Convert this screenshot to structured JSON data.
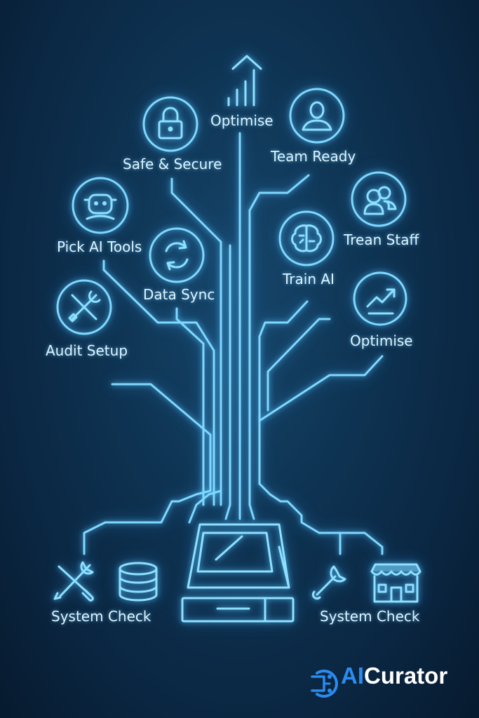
{
  "labels": {
    "optimise_top": "Optimise",
    "safe_secure": "Safe & Secure",
    "team_ready": "Team Ready",
    "pick_ai_tools": "Pick AI Tools",
    "trean_staff": "Trean Staff",
    "data_sync": "Data Sync",
    "train_ai": "Train AI",
    "audit_setup": "Audit Setup",
    "optimise_right": "Optimise",
    "system_check_left": "System Check",
    "system_check_right": "System Check"
  },
  "logo": {
    "ai": "AI",
    "curator": "Curator"
  },
  "colors": {
    "line": "#7fd8ff",
    "label": "#dff4ff",
    "logo_accent": "#2a8cf0",
    "background": "#0e3352"
  }
}
